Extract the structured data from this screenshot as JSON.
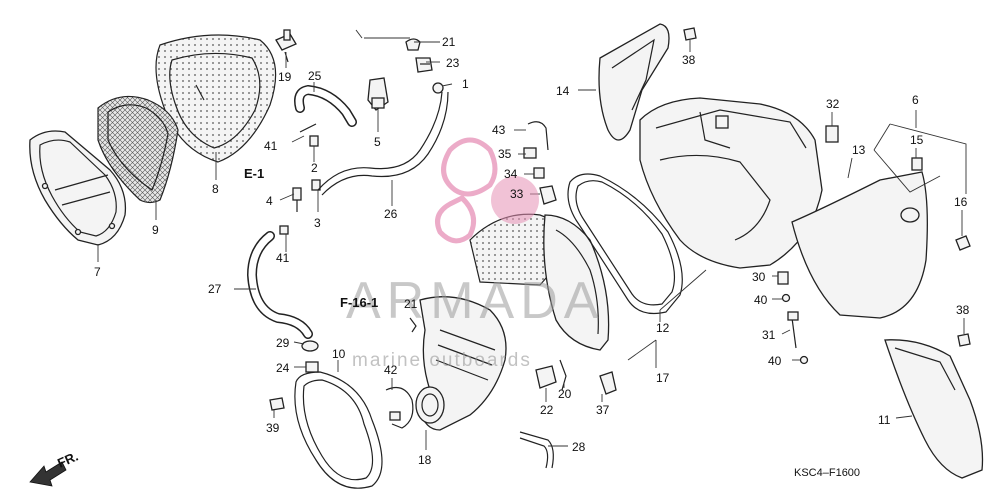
{
  "diagram_code": "KSC4–F1600",
  "reference_labels": {
    "e1": "E-1",
    "f161": "F-16-1"
  },
  "direction_label": "FR.",
  "watermark": {
    "brand": "ARMADA",
    "tagline": "marine outboards",
    "color": "#e58fb5"
  },
  "callouts": {
    "c1": "1",
    "c2": "2",
    "c3": "3",
    "c4": "4",
    "c5": "5",
    "c6": "6",
    "c7": "7",
    "c8": "8",
    "c9": "9",
    "c10": "10",
    "c11": "11",
    "c12": "12",
    "c13": "13",
    "c14": "14",
    "c15": "15",
    "c16": "16",
    "c17": "17",
    "c18": "18",
    "c19": "19",
    "c20": "20",
    "c21a": "21",
    "c21b": "21",
    "c22": "22",
    "c23": "23",
    "c24": "24",
    "c25": "25",
    "c26": "26",
    "c27": "27",
    "c28": "28",
    "c29": "29",
    "c30": "30",
    "c31": "31",
    "c32": "32",
    "c33": "33",
    "c34": "34",
    "c35": "35",
    "c37": "37",
    "c38a": "38",
    "c38b": "38",
    "c39": "39",
    "c40a": "40",
    "c40b": "40",
    "c41a": "41",
    "c41b": "41",
    "c42": "42",
    "c43": "43"
  }
}
